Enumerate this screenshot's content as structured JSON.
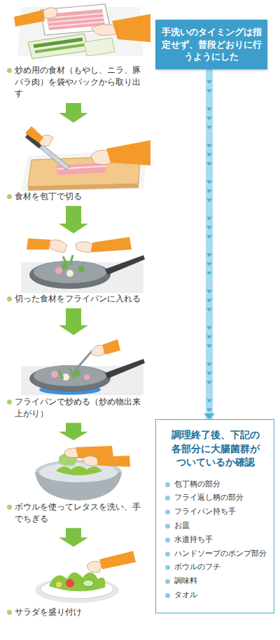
{
  "diagram": {
    "nodes": [
      {
        "text": [
          "炒め用の食材（もやし、ニラ、豚バラ肉）を袋やパックから取り出す"
        ]
      },
      {
        "text": [
          "食材を包丁で切る"
        ]
      },
      {
        "text": [
          "切った食材をフライパンに入れる"
        ]
      },
      {
        "text": [
          "フライパンで炒める（炒め物出来上がり）"
        ]
      },
      {
        "text": [
          "ボウルを使ってレタスを洗い、手でちぎる"
        ]
      },
      {
        "text": [
          "サラダを盛り付け"
        ]
      },
      {
        "text": [
          "手洗いのタイミングは指定せず、普段どおりに行うようにした"
        ]
      },
      {
        "text": [
          "調理終了後、下記の各部分に大腸菌群がついているか確認",
          "包丁柄の部分",
          "フライ返し柄の部分",
          "フライパン持ち手",
          "お皿",
          "水道持ち手",
          "ハンドソープのポンプ部分",
          "ボウルのフチ",
          "調味料",
          "タオル"
        ]
      }
    ],
    "edges": [
      {
        "from": 0,
        "to": 1,
        "arrow": "to"
      },
      {
        "from": 1,
        "to": 2,
        "arrow": "to"
      },
      {
        "from": 2,
        "to": 3,
        "arrow": "to"
      },
      {
        "from": 3,
        "to": 4,
        "arrow": "to"
      },
      {
        "from": 4,
        "to": 5,
        "arrow": "to"
      },
      {
        "from": 6,
        "to": 7,
        "arrow": "to"
      }
    ]
  }
}
